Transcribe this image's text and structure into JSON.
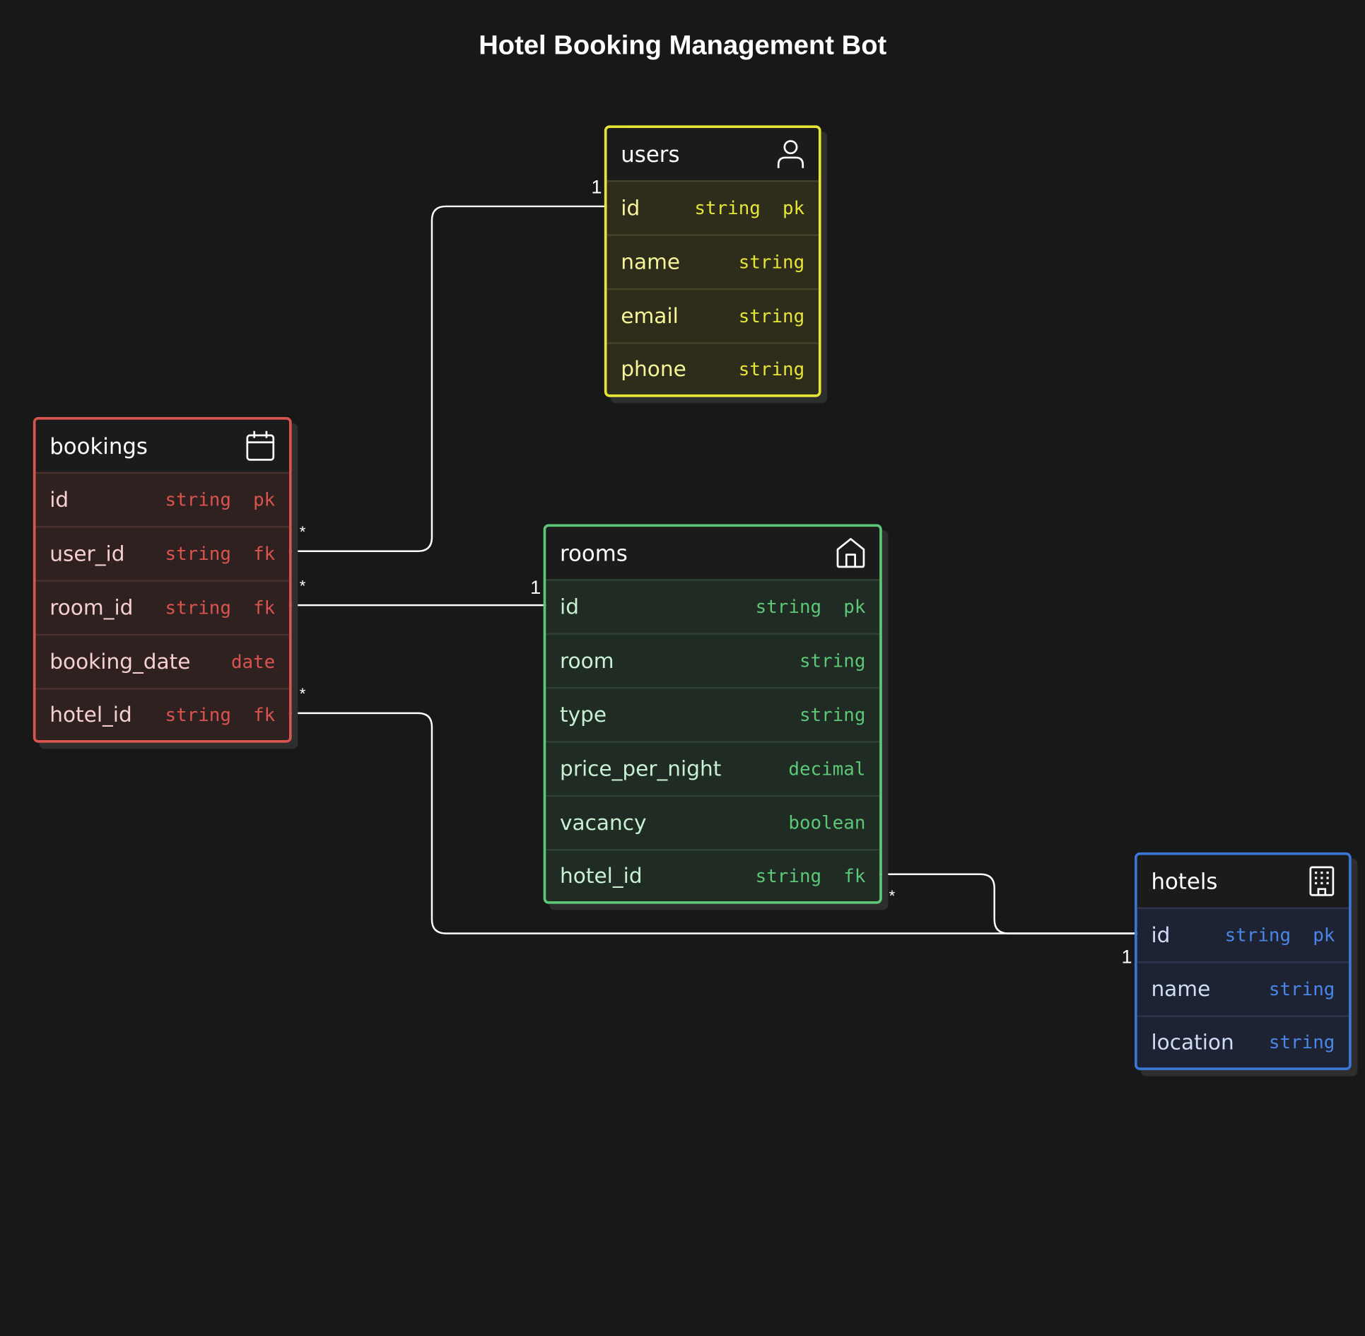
{
  "title": "Hotel Booking Management Bot",
  "entities": {
    "users": {
      "name": "users",
      "icon": "user-icon",
      "fields": [
        {
          "name": "id",
          "type": "string  pk"
        },
        {
          "name": "name",
          "type": "string"
        },
        {
          "name": "email",
          "type": "string"
        },
        {
          "name": "phone",
          "type": "string"
        }
      ]
    },
    "bookings": {
      "name": "bookings",
      "icon": "calendar-icon",
      "fields": [
        {
          "name": "id",
          "type": "string  pk"
        },
        {
          "name": "user_id",
          "type": "string  fk"
        },
        {
          "name": "room_id",
          "type": "string  fk"
        },
        {
          "name": "booking_date",
          "type": "date"
        },
        {
          "name": "hotel_id",
          "type": "string  fk"
        }
      ]
    },
    "rooms": {
      "name": "rooms",
      "icon": "home-icon",
      "fields": [
        {
          "name": "id",
          "type": "string  pk"
        },
        {
          "name": "room",
          "type": "string"
        },
        {
          "name": "type",
          "type": "string"
        },
        {
          "name": "price_per_night",
          "type": "decimal"
        },
        {
          "name": "vacancy",
          "type": "boolean"
        },
        {
          "name": "hotel_id",
          "type": "string  fk"
        }
      ]
    },
    "hotels": {
      "name": "hotels",
      "icon": "building-icon",
      "fields": [
        {
          "name": "id",
          "type": "string  pk"
        },
        {
          "name": "name",
          "type": "string"
        },
        {
          "name": "location",
          "type": "string"
        }
      ]
    }
  },
  "relationships": [
    {
      "from": "bookings.user_id",
      "to": "users.id",
      "from_card": "*",
      "to_card": "1"
    },
    {
      "from": "bookings.room_id",
      "to": "rooms.id",
      "from_card": "*",
      "to_card": "1"
    },
    {
      "from": "bookings.hotel_id",
      "to": "hotels.id",
      "from_card": "*",
      "to_card": "1"
    },
    {
      "from": "rooms.hotel_id",
      "to": "hotels.id",
      "from_card": "*",
      "to_card": "1"
    }
  ],
  "colors": {
    "background": "#181818",
    "users": "#e6e537",
    "bookings": "#d9544f",
    "rooms": "#5cc776",
    "hotels": "#3b77d6",
    "connector": "#ffffff"
  }
}
